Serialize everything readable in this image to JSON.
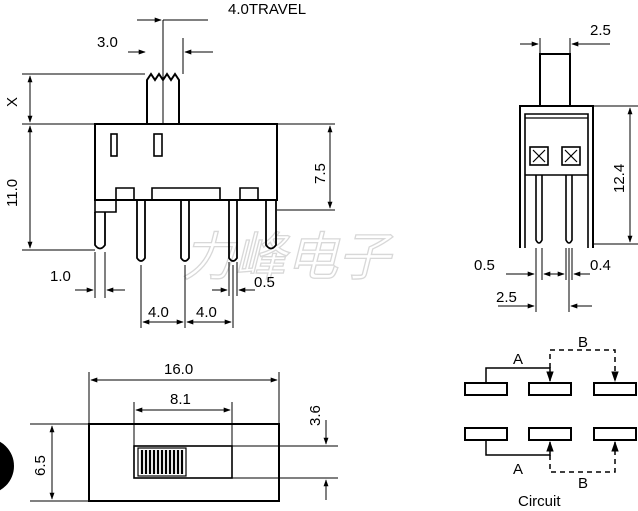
{
  "front_view": {
    "dimensions": {
      "travel": "4.0TRAVEL",
      "knob_width": "3.0",
      "knob_height": "X",
      "total_height": "11.0",
      "body_height": "7.5",
      "pin_offset": "1.0",
      "pin_pitch_left": "4.0",
      "pin_pitch_right": "4.0",
      "pin_width": "0.5"
    }
  },
  "side_view": {
    "dimensions": {
      "knob_width": "2.5",
      "height": "12.4",
      "pin_thickness_left": "0.5",
      "pin_thickness_right": "0.4",
      "pin_spacing": "2.5"
    }
  },
  "top_view": {
    "dimensions": {
      "length": "16.0",
      "window_width": "8.1",
      "knob_travel": "3.6",
      "width": "6.5"
    }
  },
  "circuit": {
    "title": "Circuit",
    "label_a_top": "A",
    "label_b_top": "B",
    "label_a_bottom": "A",
    "label_b_bottom": "B"
  },
  "watermark": "力峰电子"
}
